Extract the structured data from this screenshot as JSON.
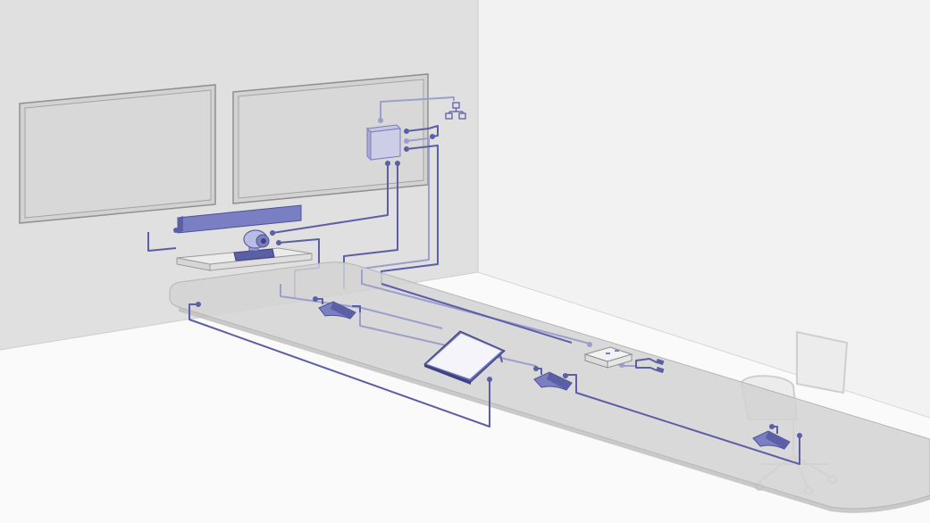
{
  "scene": {
    "colors": {
      "back_wall": "#e0e0e0",
      "side_wall": "#f2f2f2",
      "floor": "#fafafa",
      "device_accent": "#7a7ec2",
      "cable_primary": "#5b5fa6",
      "cable_secondary": "#9c9fcc",
      "table_top": "#d2d2d2"
    },
    "components": [
      {
        "id": "display-left",
        "icon": "display-icon"
      },
      {
        "id": "display-right",
        "icon": "display-icon"
      },
      {
        "id": "soundbar",
        "icon": "soundbar-icon"
      },
      {
        "id": "ptz-camera",
        "icon": "camera-icon"
      },
      {
        "id": "codec-box",
        "icon": "codec-icon"
      },
      {
        "id": "network",
        "icon": "network-icon"
      },
      {
        "id": "touch-controller",
        "icon": "touch-panel-icon"
      },
      {
        "id": "table-connector",
        "icon": "connector-box-icon"
      },
      {
        "id": "table-microphone",
        "icon": "microphone-icon",
        "count": 3
      },
      {
        "id": "laptop-cables",
        "icon": "cable-plug-icon"
      },
      {
        "id": "chairs",
        "icon": "chair-icon",
        "count": 2
      }
    ]
  }
}
